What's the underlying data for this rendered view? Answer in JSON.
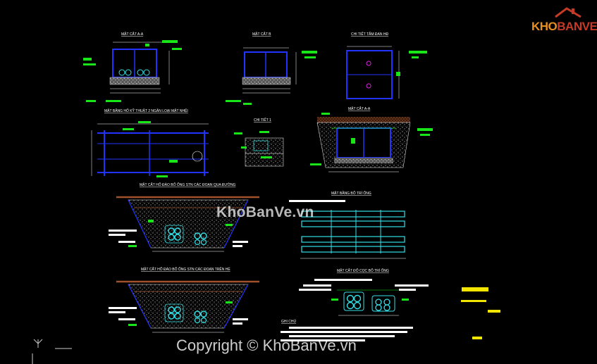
{
  "watermarks": {
    "center": "KhoBanVe.vn",
    "bottom": "Copyright © KhoBanVe.vn"
  },
  "logo": {
    "text": "KHOBANVE",
    "colors": {
      "kho": "#e8901f",
      "banve": "#c43a26"
    }
  },
  "drawings": {
    "section_a_top": {
      "title": "MẶT CẮT A-A"
    },
    "section_b_top": {
      "title": "MẶT CẮT B"
    },
    "plate_detail": {
      "title": "CHI TIẾT TẤM ĐAN HĐ"
    },
    "manhole_plan": {
      "title": "MẶT BẰNG HỐ KỸ THUẬT 2 NGĂN LOẠI MẶT NHỆI"
    },
    "detail_1": {
      "title": "CHI TIẾT 1"
    },
    "section_a_right": {
      "title": "MẶT CẮT A-A"
    },
    "trench_road": {
      "title": "MẶT CẮT HỐ ĐÀO BỐ ỐNG STN CÁC ĐOẠN QUA ĐƯỜNG"
    },
    "pipe_plan": {
      "title": "MẶT BẰNG BỐ TRÍ ỐNG"
    },
    "trench_sidewalk": {
      "title": "MẶT CẮT HỐ ĐÀO BỐ ỐNG STN CÁC ĐOẠN TRÊN HÈ"
    },
    "pipe_section": {
      "title": "MẶT CẮT ĐỐ CỌC BỐ TRÍ ỐNG"
    },
    "notes": {
      "title": "GHI CHÚ"
    }
  },
  "ucs": {
    "axis_label": "Y"
  },
  "colors": {
    "background": "#000000",
    "structure": "#2233ff",
    "tag_green": "#19e619",
    "pipe_cyan": "#33e0e6",
    "fill_gray": "#8a8a8a",
    "dim_white": "#ffffff",
    "tag_yellow": "#f2e600",
    "earth_brown": "#a0522d",
    "magenta": "#e020e0"
  }
}
